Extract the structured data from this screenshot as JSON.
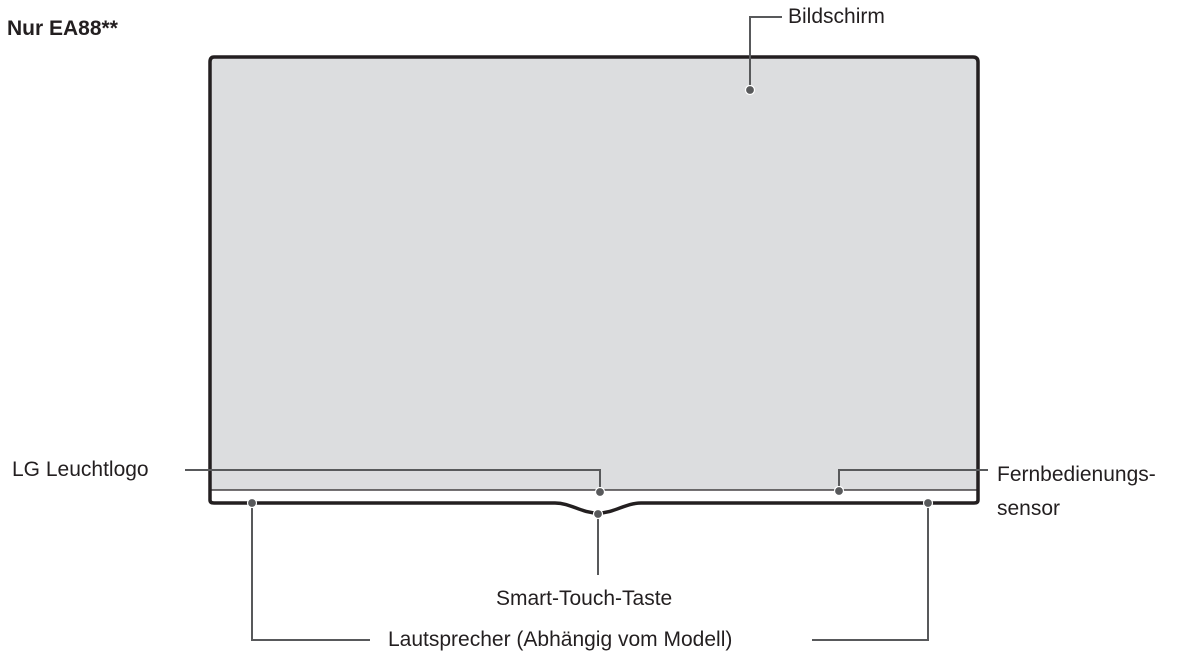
{
  "diagram": {
    "title": "Nur EA88**",
    "labels": {
      "screen": "Bildschirm",
      "lg_logo": "LG Leuchtlogo",
      "remote_sensor_line1": "Fernbedienungs-",
      "remote_sensor_line2": "sensor",
      "smart_touch": "Smart-Touch-Taste",
      "speaker": "Lautsprecher (Abhängig vom Modell)"
    },
    "colors": {
      "screen_fill": "#dcdddf",
      "frame_stroke": "#231f20",
      "leader_line": "#58595b",
      "dot": "#58595b",
      "text": "#231f20"
    }
  }
}
